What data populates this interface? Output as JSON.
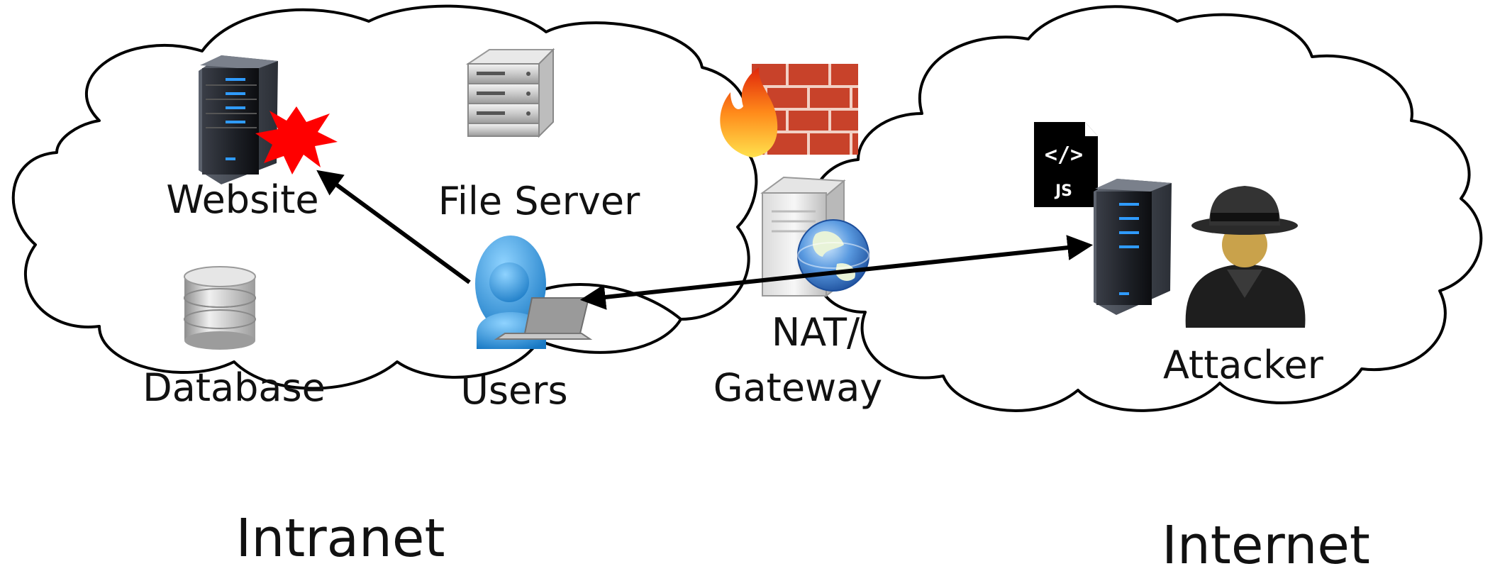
{
  "regions": {
    "intranet": "Intranet",
    "internet": "Internet"
  },
  "nodes": {
    "website": "Website",
    "file_server": "File Server",
    "database": "Database",
    "users": "Users",
    "nat_line1": "NAT/",
    "nat_line2": "Gateway",
    "attacker": "Attacker",
    "js_badge": "JS"
  },
  "icons": {
    "website": "server-rack-icon",
    "attack_burst": "explosion-burst-icon",
    "file_server": "file-server-icon",
    "database": "database-icon",
    "users": "user-laptop-icon",
    "firewall": "firewall-icon",
    "gateway": "gateway-globe-icon",
    "js_file": "javascript-file-icon",
    "attacker_server": "server-rack-icon",
    "attacker": "hacker-icon"
  },
  "colors": {
    "cloud_stroke": "#000000",
    "arrow": "#000000",
    "burst": "#ff0000",
    "brick": "#c8422a",
    "user_blue": "#1f8fd6",
    "globe_blue": "#2a63b8"
  }
}
